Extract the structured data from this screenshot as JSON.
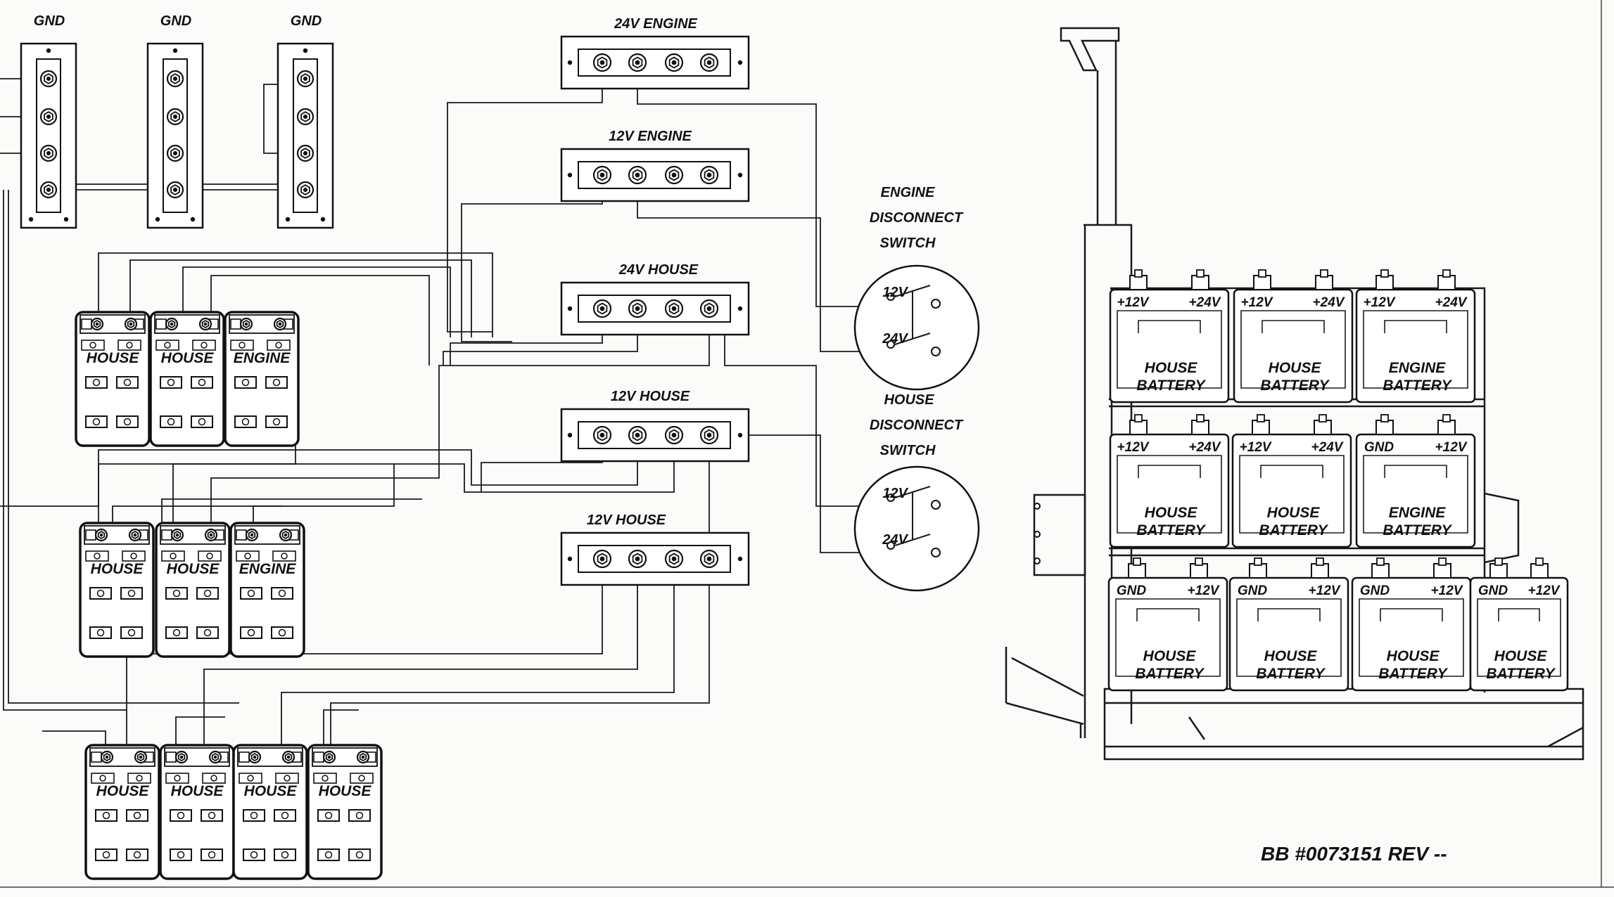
{
  "gnd_busbars": [
    "GND",
    "GND",
    "GND"
  ],
  "distribution_busbars": [
    "24V ENGINE",
    "12V ENGINE",
    "24V HOUSE",
    "12V HOUSE",
    "12V HOUSE"
  ],
  "switches": [
    {
      "title": [
        "ENGINE",
        "DISCONNECT",
        "SWITCH"
      ],
      "pos_a": "12V",
      "pos_b": "24V"
    },
    {
      "title": [
        "HOUSE",
        "DISCONNECT",
        "SWITCH"
      ],
      "pos_a": "12V",
      "pos_b": "24V"
    }
  ],
  "battery_banks": [
    {
      "batteries": [
        "HOUSE",
        "HOUSE",
        "ENGINE"
      ]
    },
    {
      "batteries": [
        "HOUSE",
        "HOUSE",
        "ENGINE"
      ]
    },
    {
      "batteries": [
        "HOUSE",
        "HOUSE",
        "HOUSE",
        "HOUSE"
      ]
    }
  ],
  "rack": {
    "rows": [
      [
        {
          "t1": "+12V",
          "t2": "+24V",
          "label": [
            "HOUSE",
            "BATTERY"
          ]
        },
        {
          "t1": "+12V",
          "t2": "+24V",
          "label": [
            "HOUSE",
            "BATTERY"
          ]
        },
        {
          "t1": "+12V",
          "t2": "+24V",
          "label": [
            "ENGINE",
            "BATTERY"
          ]
        }
      ],
      [
        {
          "t1": "+12V",
          "t2": "+24V",
          "label": [
            "HOUSE",
            "BATTERY"
          ]
        },
        {
          "t1": "+12V",
          "t2": "+24V",
          "label": [
            "HOUSE",
            "BATTERY"
          ]
        },
        {
          "t1": "GND",
          "t2": "+12V",
          "label": [
            "ENGINE",
            "BATTERY"
          ]
        }
      ],
      [
        {
          "t1": "GND",
          "t2": "+12V",
          "label": [
            "HOUSE",
            "BATTERY"
          ]
        },
        {
          "t1": "GND",
          "t2": "+12V",
          "label": [
            "HOUSE",
            "BATTERY"
          ]
        },
        {
          "t1": "GND",
          "t2": "+12V",
          "label": [
            "HOUSE",
            "BATTERY"
          ]
        },
        {
          "t1": "GND",
          "t2": "+12V",
          "label": [
            "HOUSE",
            "BATTERY"
          ]
        }
      ]
    ]
  },
  "drawing_number": "BB #0073151 REV --"
}
